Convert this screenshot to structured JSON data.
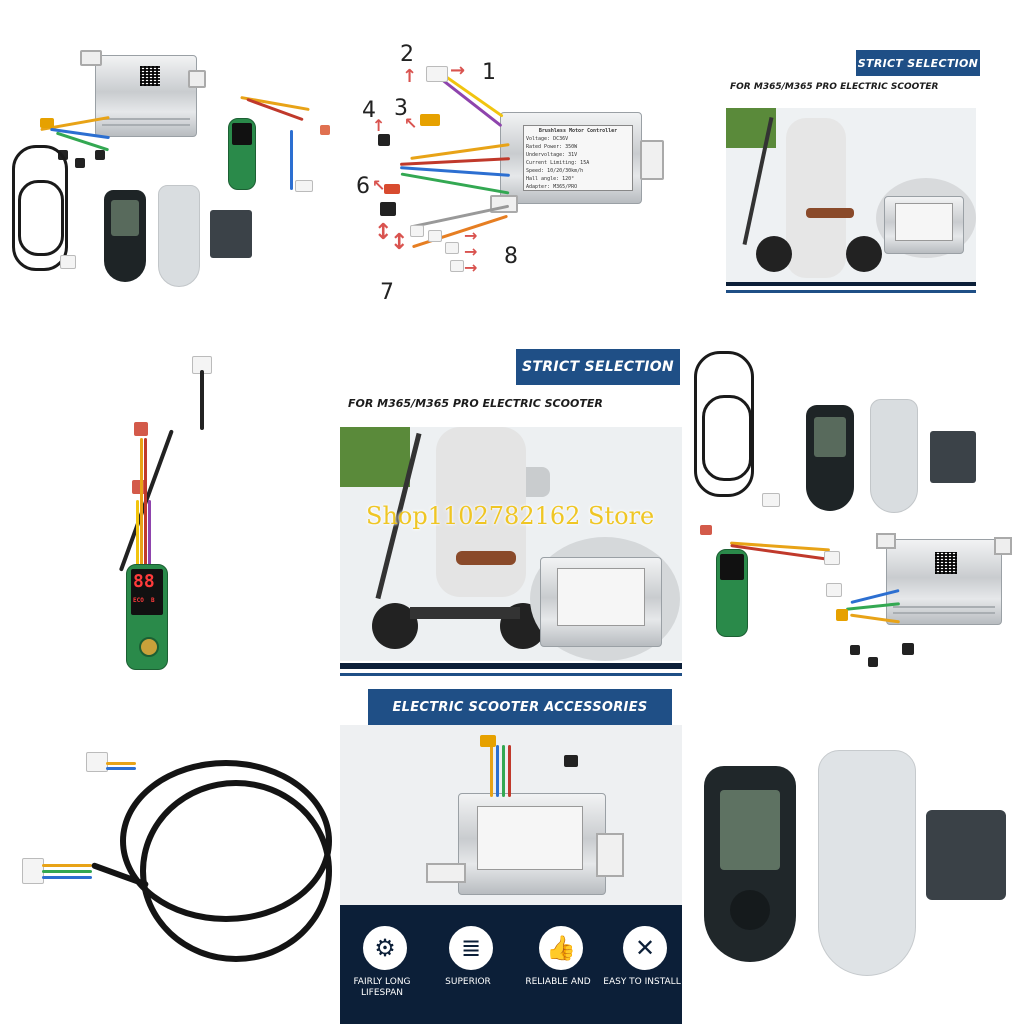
{
  "watermark": "Shop1102782162 Store",
  "panels": {
    "wiring_diagram": {
      "callouts": [
        "1",
        "2",
        "3",
        "4",
        "6",
        "7",
        "8"
      ],
      "controller_plate": {
        "heading": "Brushless Motor Controller",
        "lines": [
          "Voltage: DC36V",
          "Rated Power: 350W",
          "Undervoltage: 31V",
          "Current Limiting: 15A",
          "Speed: 10/20/30km/h",
          "Hall angle: 120°",
          "Adapter: M365/PRO"
        ]
      }
    },
    "top_right_banner": {
      "badge": "STRICT SELECTION",
      "subtitle": "FOR M365/M365 PRO ELECTRIC SCOOTER"
    },
    "center_banner": {
      "badge": "STRICT SELECTION",
      "subtitle": "FOR M365/M365 PRO ELECTRIC SCOOTER"
    },
    "accessories": {
      "title": "ELECTRIC SCOOTER ACCESSORIES",
      "features": [
        {
          "icon": "gear-icon",
          "label": "FAIRLY LONG LIFESPAN"
        },
        {
          "icon": "layers-icon",
          "label": "SUPERIOR"
        },
        {
          "icon": "thumbs-up-icon",
          "label": "RELIABLE AND"
        },
        {
          "icon": "tools-icon",
          "label": "EASY TO INSTALL"
        }
      ]
    },
    "dashboard_display": {
      "digits": "88",
      "indicators": "ECO  B"
    }
  },
  "colors": {
    "banner_blue": "#1f4f86",
    "navy": "#0c1f38",
    "arrow_red": "#d9534f",
    "watermark_yellow": "#f0c419",
    "pcb_green": "#2a8a4a"
  }
}
